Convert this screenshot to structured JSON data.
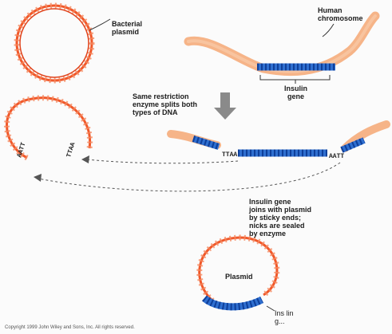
{
  "labels": {
    "bacterial_plasmid": [
      "Bacterial",
      "plasmid"
    ],
    "human_chromosome": [
      "Human",
      "chromosome"
    ],
    "insulin_gene": [
      "Insulin",
      "gene"
    ],
    "restriction_enzyme": [
      "Same restriction",
      "enzyme splits both",
      "types of DNA"
    ],
    "join_note": [
      "Insulin gene",
      "joins with plasmid",
      "by sticky ends;",
      "nicks are sealed",
      "by enzyme"
    ],
    "plasmid": "Plasmid",
    "insulin_partial": [
      "Ins lin",
      "g..."
    ]
  },
  "sticky_ends": {
    "plasmid_left": "AATT",
    "plasmid_right": "TTAA",
    "gene_left": "TTAA",
    "gene_right": "AATT"
  },
  "copyright": "Copyright 1999 John Wiley and Sons, Inc. All rights reserved.",
  "colors": {
    "plasmid_dna": "#f0582a",
    "chromosome": "#f6b488",
    "insulin_gene": "#2f6fd0",
    "arrow": "#8a8a8a",
    "leader": "#333333"
  }
}
